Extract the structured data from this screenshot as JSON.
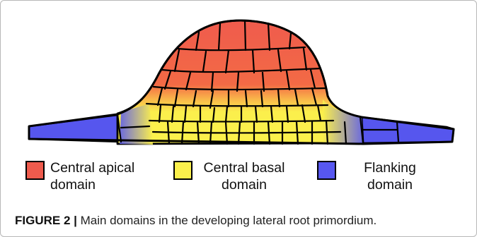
{
  "legend": {
    "items": [
      {
        "key": "apical",
        "line1": "Central apical",
        "line2": "domain",
        "color": "#ef5b4d"
      },
      {
        "key": "basal",
        "line1": "Central basal",
        "line2": "domain",
        "color": "#fbf04c"
      },
      {
        "key": "flanking",
        "line1": "Flanking",
        "line2": "domain",
        "color": "#5757f0"
      }
    ]
  },
  "caption": {
    "label": "FIGURE 2 |",
    "text": " Main domains in the developing lateral root primordium."
  }
}
